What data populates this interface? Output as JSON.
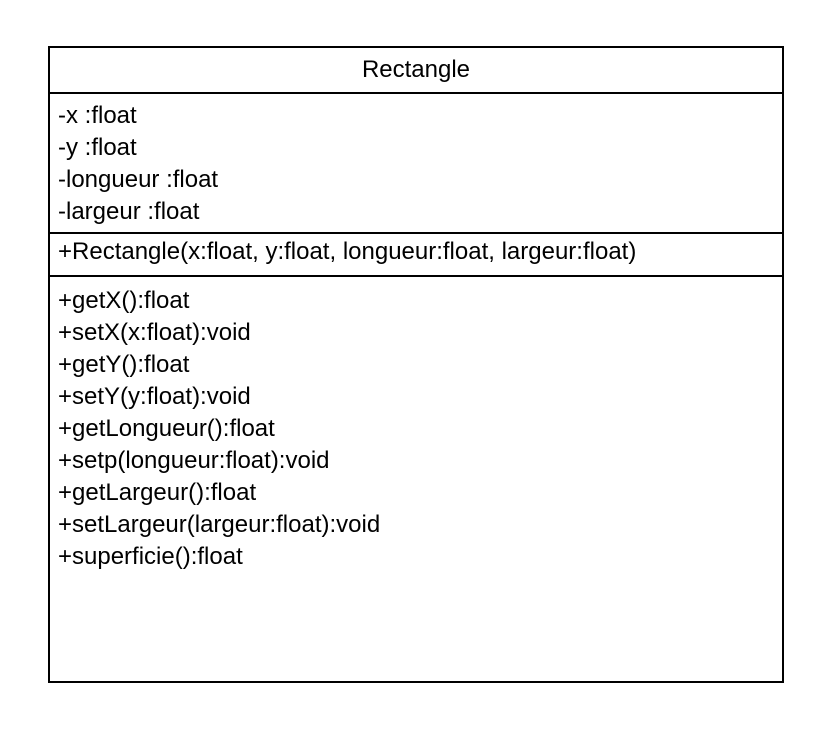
{
  "class": {
    "name": "Rectangle",
    "attributes": [
      "-x :float",
      "-y :float",
      "-longueur :float",
      "-largeur :float"
    ],
    "constructors": [
      "+Rectangle(x:float, y:float, longueur:float, largeur:float)"
    ],
    "operations": [
      "+getX():float",
      "+setX(x:float):void",
      "+getY():float",
      "+setY(y:float):void",
      "+getLongueur():float",
      "+setp(longueur:float):void",
      "+getLargeur():float",
      "+setLargeur(largeur:float):void",
      "+superficie():float"
    ]
  }
}
